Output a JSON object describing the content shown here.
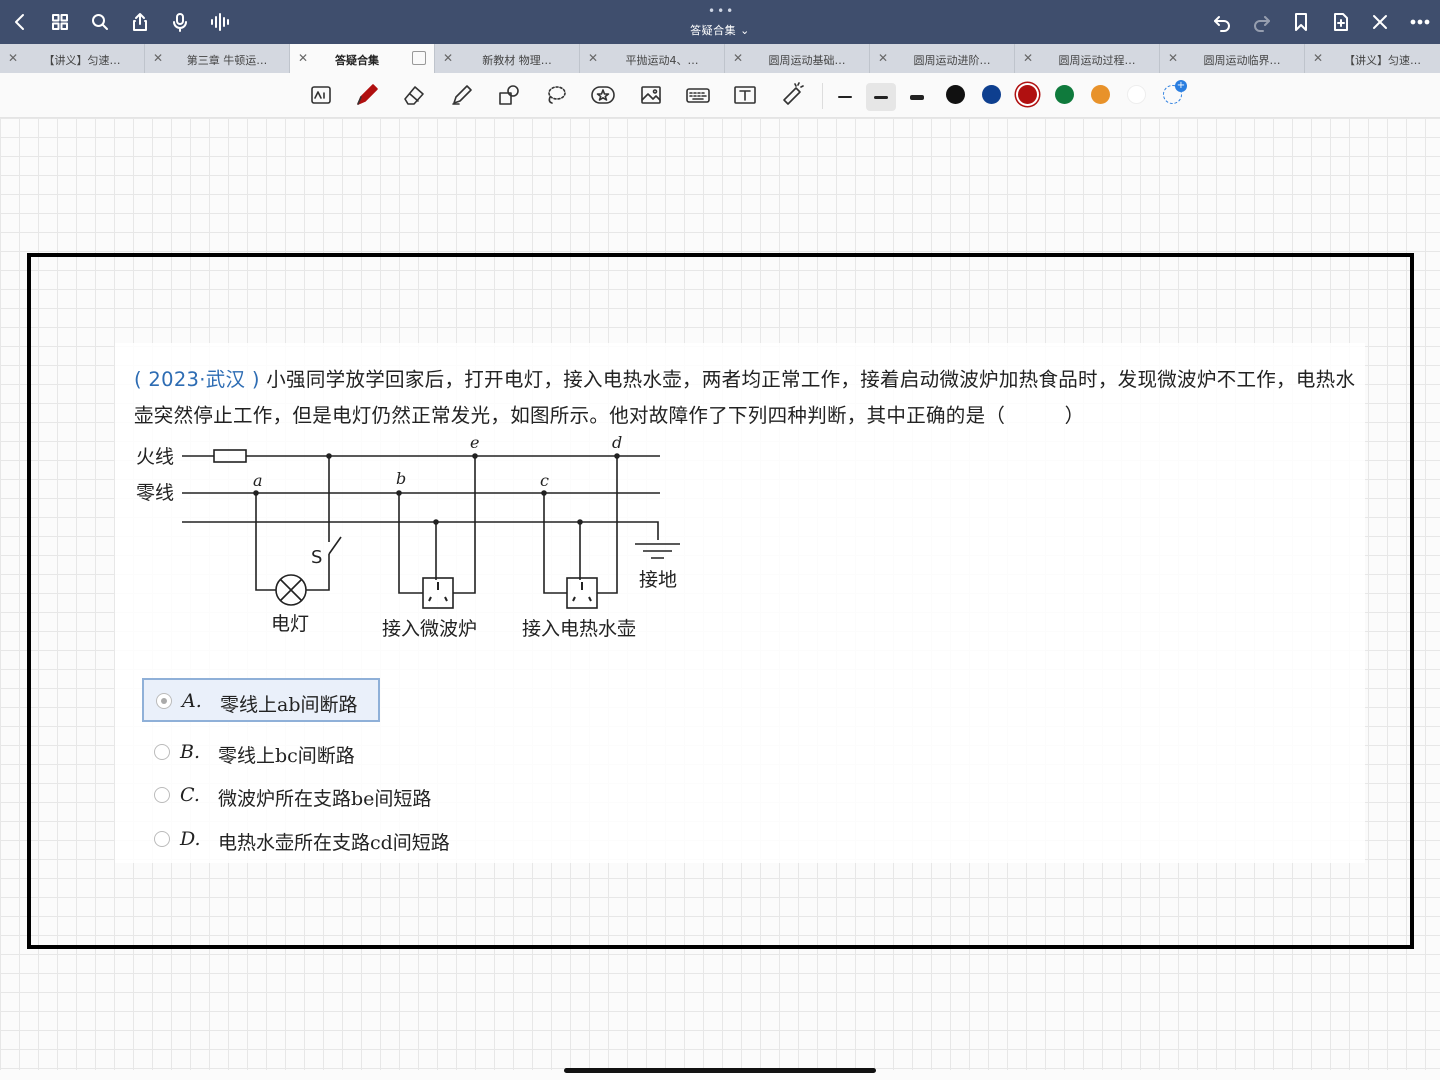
{
  "app": {
    "doc_title": "答疑合集 ⌄",
    "dots": "•••"
  },
  "tabs": [
    {
      "label": "【讲义】匀速…",
      "close": "✕"
    },
    {
      "label": "第三章 牛顿运…",
      "close": "✕"
    },
    {
      "label": "答疑合集",
      "close": "✕",
      "active": true
    },
    {
      "label": "新教材 物理…",
      "close": "✕"
    },
    {
      "label": "平抛运动4、…",
      "close": "✕"
    },
    {
      "label": "圆周运动基础…",
      "close": "✕"
    },
    {
      "label": "圆周运动进阶…",
      "close": "✕"
    },
    {
      "label": "圆周运动过程…",
      "close": "✕"
    },
    {
      "label": "圆周运动临界…",
      "close": "✕"
    },
    {
      "label": "【讲义】匀速…",
      "close": "✕"
    }
  ],
  "toolbar": {
    "tools": [
      "read-mode-icon",
      "pen-icon",
      "eraser-icon",
      "highlighter-icon",
      "shapes-icon",
      "lasso-icon",
      "sticker-icon",
      "image-icon",
      "keyboard-icon",
      "text-icon",
      "laser-pointer-icon"
    ],
    "colors": [
      "#111111",
      "#0e3f8f",
      "#b01010",
      "#0f7a3c",
      "#e8922a",
      "#ffffff"
    ],
    "selected_color": "#b01010"
  },
  "question": {
    "source": "( 2023·武汉 )",
    "text": " 小强同学放学回家后，打开电灯，接入电热水壶，两者均正常工作，接着启动微波炉加热食品时，发现微波炉不工作，电热水壶突然停止工作，但是电灯仍然正常发光，如图所示。他对故障作了下列四种判断，其中正确的是（　　　）"
  },
  "diagram": {
    "live_wire": "火线",
    "neutral_wire": "零线",
    "ground": "接地",
    "lamp": "电灯",
    "switch": "S",
    "microwave": "接入微波炉",
    "kettle": "接入电热水壶",
    "points": {
      "a": "a",
      "b": "b",
      "c": "c",
      "d": "d",
      "e": "e"
    }
  },
  "options": [
    {
      "letter": "A.",
      "text": "零线上ab间断路",
      "selected": true
    },
    {
      "letter": "B.",
      "text": "零线上bc间断路",
      "selected": false
    },
    {
      "letter": "C.",
      "text": "微波炉所在支路be间短路",
      "selected": false
    },
    {
      "letter": "D.",
      "text": "电热水壶所在支路cd间短路",
      "selected": false
    }
  ]
}
